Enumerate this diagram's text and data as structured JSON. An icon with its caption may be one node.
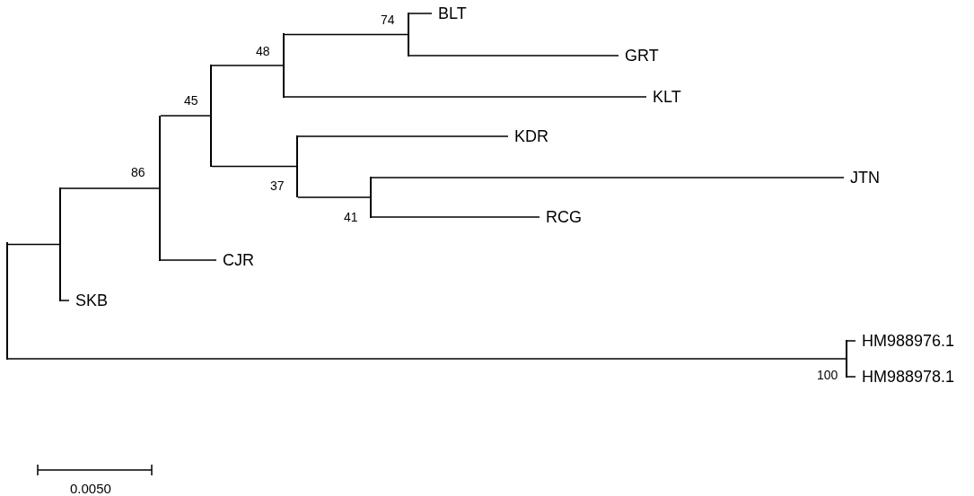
{
  "diagram": {
    "nodes": [
      {
        "text": [],
        "shape": "bar"
      },
      {
        "text": [],
        "shape": "bar"
      },
      {
        "text": [],
        "shape": "bar",
        "beside": [
          "86"
        ]
      },
      {
        "text": [],
        "shape": "bar",
        "beside": [
          "45"
        ]
      },
      {
        "text": [],
        "shape": "bar",
        "beside": [
          "48"
        ]
      },
      {
        "text": [],
        "shape": "bar",
        "beside": [
          "74"
        ]
      },
      {
        "text": [
          "BLT"
        ]
      },
      {
        "text": [
          "GRT"
        ]
      },
      {
        "text": [
          "KLT"
        ]
      },
      {
        "text": [],
        "shape": "bar",
        "beside": [
          "37"
        ]
      },
      {
        "text": [
          "KDR"
        ]
      },
      {
        "text": [],
        "shape": "bar",
        "beside": [
          "41"
        ]
      },
      {
        "text": [
          "JTN"
        ]
      },
      {
        "text": [
          "RCG"
        ]
      },
      {
        "text": [
          "CJR"
        ]
      },
      {
        "text": [
          "SKB"
        ]
      },
      {
        "text": [],
        "shape": "bar",
        "beside": [
          "100"
        ]
      },
      {
        "text": [
          "HM988976.1"
        ]
      },
      {
        "text": [
          "HM988978.1"
        ]
      }
    ],
    "edges": [
      {
        "from": 0,
        "to": 1,
        "arrow": "none"
      },
      {
        "from": 0,
        "to": 16,
        "arrow": "none"
      },
      {
        "from": 1,
        "to": 2,
        "arrow": "none"
      },
      {
        "from": 1,
        "to": 15,
        "arrow": "none"
      },
      {
        "from": 2,
        "to": 3,
        "arrow": "none"
      },
      {
        "from": 2,
        "to": 14,
        "arrow": "none"
      },
      {
        "from": 3,
        "to": 4,
        "arrow": "none"
      },
      {
        "from": 3,
        "to": 9,
        "arrow": "none"
      },
      {
        "from": 4,
        "to": 5,
        "arrow": "none"
      },
      {
        "from": 4,
        "to": 8,
        "arrow": "none"
      },
      {
        "from": 5,
        "to": 6,
        "arrow": "none"
      },
      {
        "from": 5,
        "to": 7,
        "arrow": "none"
      },
      {
        "from": 9,
        "to": 10,
        "arrow": "none"
      },
      {
        "from": 9,
        "to": 11,
        "arrow": "none"
      },
      {
        "from": 11,
        "to": 12,
        "arrow": "none"
      },
      {
        "from": 11,
        "to": 13,
        "arrow": "none"
      },
      {
        "from": 16,
        "to": 17,
        "arrow": "none"
      },
      {
        "from": 16,
        "to": 18,
        "arrow": "none"
      }
    ],
    "labels": [
      "0.0050"
    ]
  }
}
